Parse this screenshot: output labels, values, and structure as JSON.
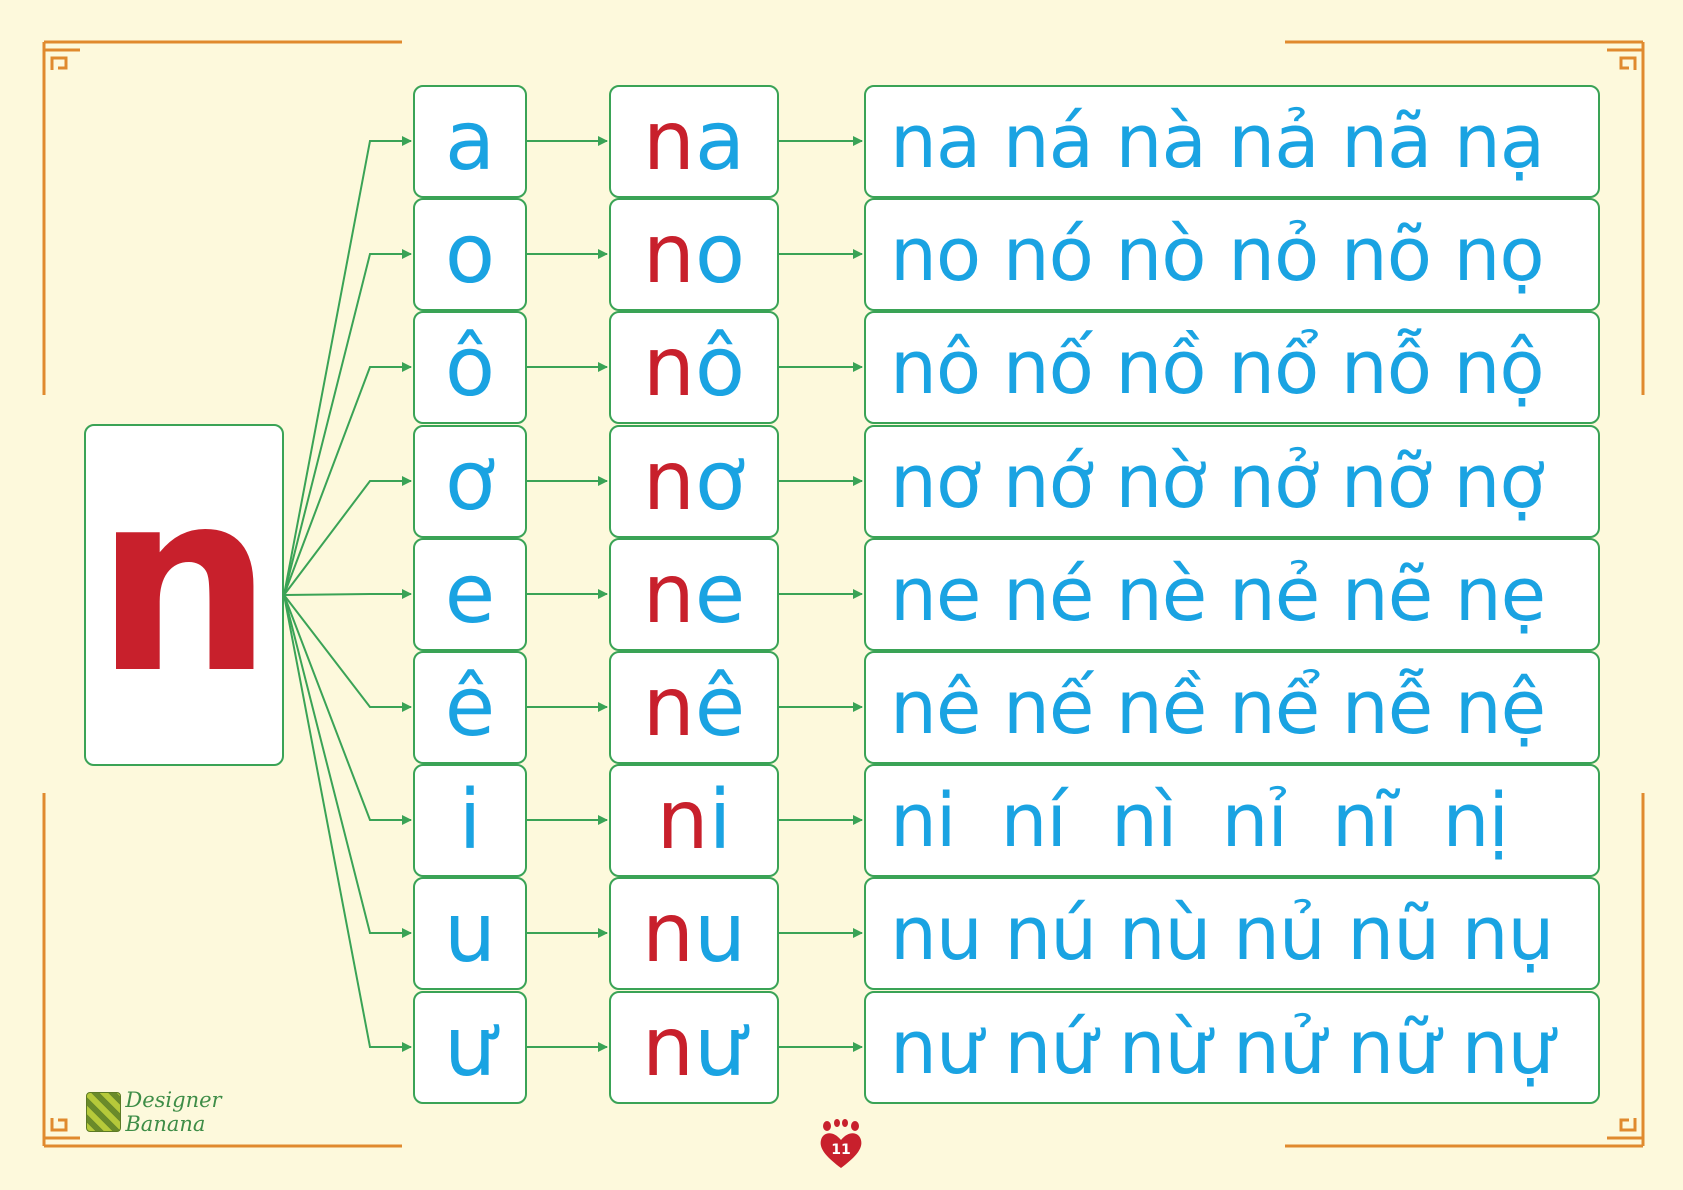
{
  "main_letter": "n",
  "rows": [
    {
      "vowel": "a",
      "consonant": "n",
      "rime": "a",
      "tones": "na ná nà nả nã nạ"
    },
    {
      "vowel": "o",
      "consonant": "n",
      "rime": "o",
      "tones": "no nó nò nỏ nõ nọ"
    },
    {
      "vowel": "ô",
      "consonant": "n",
      "rime": "ô",
      "tones": "nô nố nồ nổ nỗ nộ"
    },
    {
      "vowel": "ơ",
      "consonant": "n",
      "rime": "ơ",
      "tones": "nơ nớ nờ nở nỡ nợ"
    },
    {
      "vowel": "e",
      "consonant": "n",
      "rime": "e",
      "tones": "ne né nè nẻ nẽ nẹ"
    },
    {
      "vowel": "ê",
      "consonant": "n",
      "rime": "ê",
      "tones": "nê nế nề nể nễ nệ"
    },
    {
      "vowel": "i",
      "consonant": "n",
      "rime": "i",
      "tones": "ni  ní  nì  nỉ  nĩ  nị"
    },
    {
      "vowel": "u",
      "consonant": "n",
      "rime": "u",
      "tones": "nu nú nù nủ nũ nụ"
    },
    {
      "vowel": "ư",
      "consonant": "n",
      "rime": "ư",
      "tones": "nư nứ nừ nử nữ nự"
    }
  ],
  "footer": {
    "brand": "Designer Banana",
    "page_number": "11"
  },
  "colors": {
    "background": "#fdf9dc",
    "consonant": "#c8202c",
    "vowel": "#1aa3e2",
    "connector": "#3aa356",
    "frame": "#e08a2e"
  },
  "icons": {
    "corner": "greek-key-corner-icon",
    "logo": "banana-logo-icon",
    "page_badge": "heart-footprints-icon"
  }
}
